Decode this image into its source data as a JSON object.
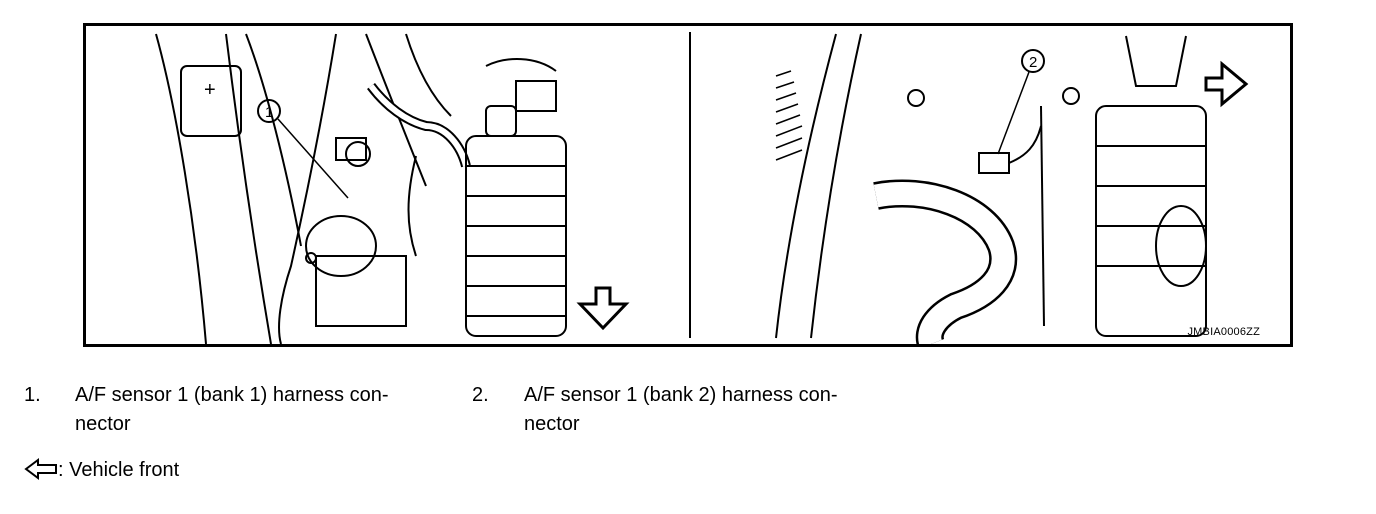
{
  "figure": {
    "code": "JMBIA0006ZZ",
    "callouts": [
      "1",
      "2"
    ]
  },
  "legend": [
    {
      "num": "1.",
      "line1": "A/F sensor 1 (bank 1) harness con-",
      "line2": "nector"
    },
    {
      "num": "2.",
      "line1": "A/F sensor 1 (bank 2) harness con-",
      "line2": "nector"
    }
  ],
  "front_note": {
    "text": ": Vehicle front",
    "icon": "arrow-left-outline-icon"
  }
}
